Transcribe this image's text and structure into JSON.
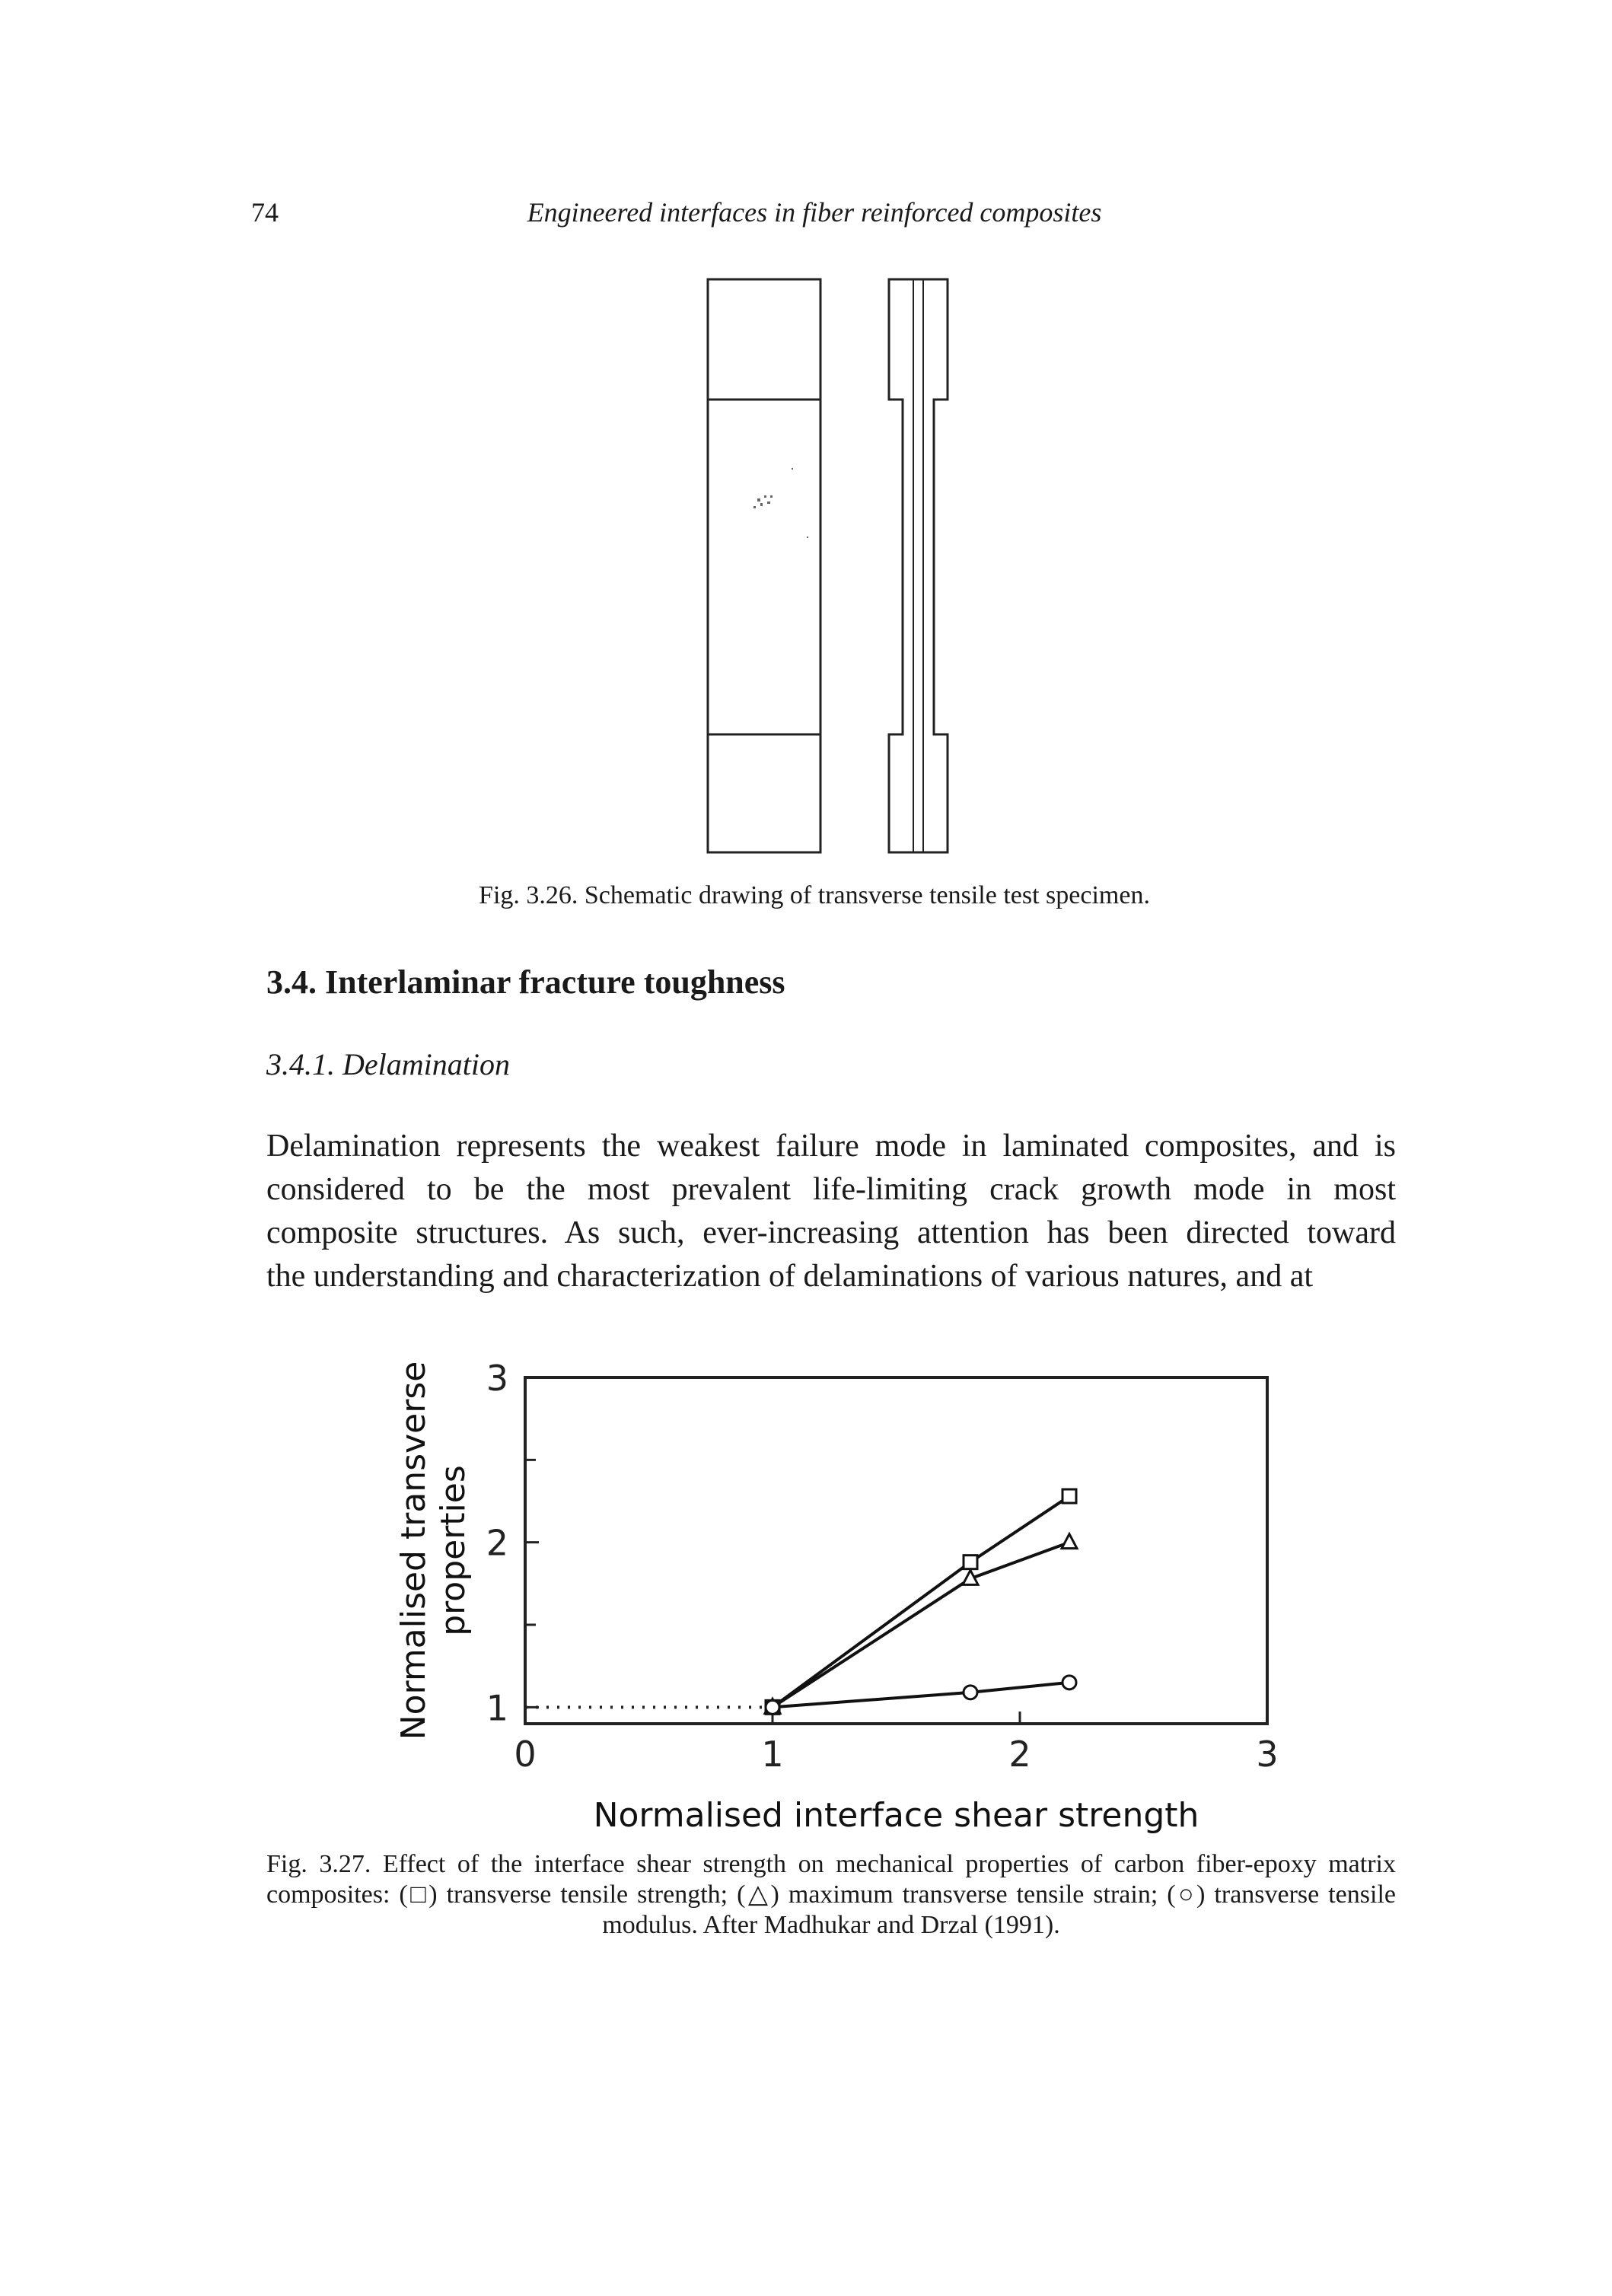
{
  "header": {
    "page_number": "74",
    "running_title": "Engineered interfaces in fiber reinforced composites"
  },
  "figure_326": {
    "caption": "Fig. 3.26. Schematic drawing of transverse tensile test specimen."
  },
  "section": {
    "heading": "3.4. Interlaminar fracture toughness",
    "subheading": "3.4.1. Delamination"
  },
  "body": {
    "lines": [
      "Delamination represents the weakest failure mode in laminated composites, and is",
      "considered to be the most prevalent life-limiting crack growth mode in most",
      "composite structures. As such, ever-increasing attention has been directed toward",
      "the understanding and characterization of delaminations of various natures, and at"
    ]
  },
  "chart_data": {
    "type": "line",
    "xlabel": "Normalised interface shear strength",
    "ylabel_line1": "Normalised transverse",
    "ylabel_line2": "properties",
    "xlim": [
      0,
      3
    ],
    "ylim": [
      0.9,
      3
    ],
    "x_ticks": [
      "0",
      "1",
      "2",
      "3"
    ],
    "y_ticks": [
      "1",
      "2",
      "3"
    ],
    "baseline": {
      "x": [
        0,
        1
      ],
      "y": [
        1,
        1
      ],
      "style": "dotted"
    },
    "series": [
      {
        "marker": "square",
        "x": [
          1,
          1.8,
          2.2
        ],
        "y": [
          1,
          1.88,
          2.28
        ]
      },
      {
        "marker": "triangle",
        "x": [
          1,
          1.8,
          2.2
        ],
        "y": [
          1,
          1.78,
          2.0
        ]
      },
      {
        "marker": "circle",
        "x": [
          1,
          1.8,
          2.2
        ],
        "y": [
          1,
          1.09,
          1.15
        ]
      }
    ]
  },
  "figure_327": {
    "caption_lines": [
      "Fig. 3.27. Effect of the interface shear strength on mechanical properties of carbon fiber-epoxy matrix",
      "composites: (□) transverse tensile strength; (△) maximum transverse tensile strain; (○) transverse tensile",
      "modulus. After Madhukar and Drzal (1991)."
    ]
  }
}
